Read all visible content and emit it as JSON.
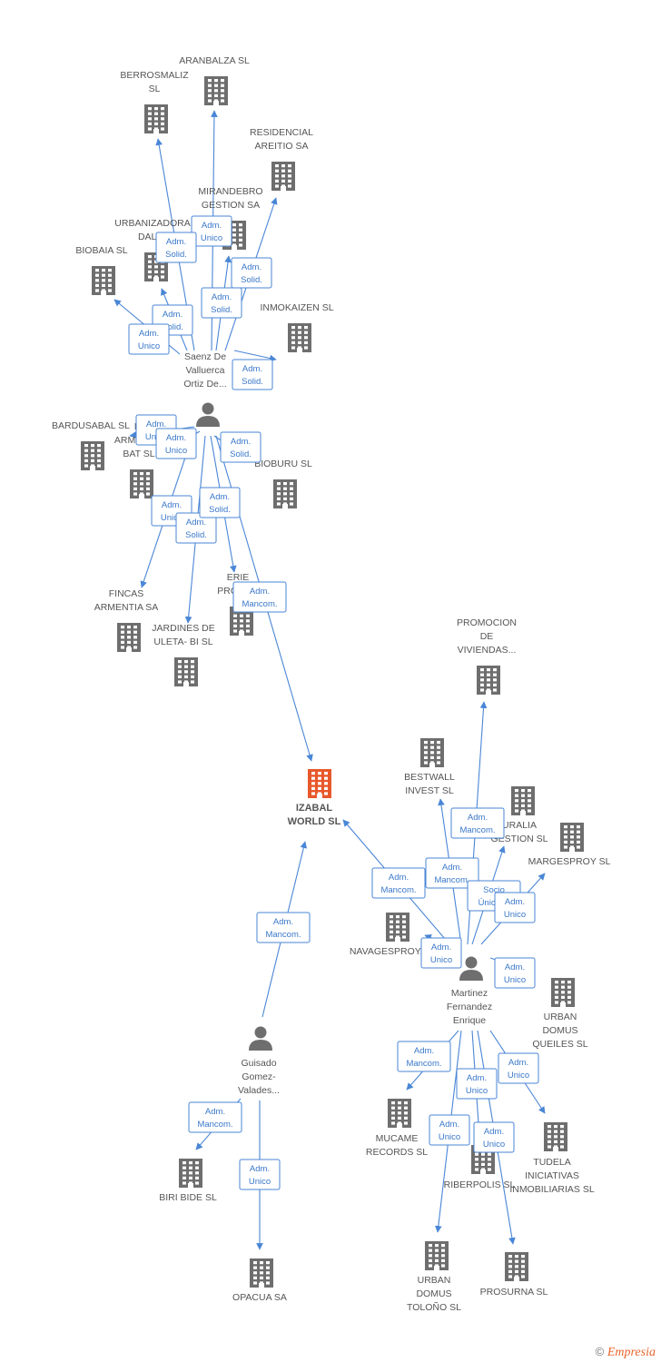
{
  "center": {
    "lines": [
      "IZABAL",
      "WORLD SL"
    ]
  },
  "companies": [
    {
      "id": "aranbalza",
      "lines": [
        "ARANBALZA SL"
      ]
    },
    {
      "id": "berrosmaliz",
      "lines": [
        "BERROSMALIZ",
        "SL"
      ]
    },
    {
      "id": "residencial",
      "lines": [
        "RESIDENCIAL",
        "AREITIO SA"
      ]
    },
    {
      "id": "mirandebro",
      "lines": [
        "MIRANDEBRO",
        "GESTION SA"
      ]
    },
    {
      "id": "urbanizadora",
      "lines": [
        "URBANIZADORA",
        "DALI..."
      ]
    },
    {
      "id": "biobaia",
      "lines": [
        "BIOBAIA SL"
      ]
    },
    {
      "id": "inmokaizen",
      "lines": [
        "INMOKAIZEN SL"
      ]
    },
    {
      "id": "bardusabal",
      "lines": [
        "BARDUSABAL SL"
      ]
    },
    {
      "id": "inarmentia",
      "lines": [
        "IN",
        "ARMENTIA",
        "BAT SL"
      ]
    },
    {
      "id": "bioburu",
      "lines": [
        "BIOBURU SL"
      ]
    },
    {
      "id": "fincas",
      "lines": [
        "FINCAS",
        "ARMENTIA SA"
      ]
    },
    {
      "id": "erie",
      "lines": [
        "ERIE",
        "PROYE..."
      ]
    },
    {
      "id": "jardines",
      "lines": [
        "JARDINES DE",
        "ULETA- BI SL"
      ]
    },
    {
      "id": "promocion",
      "lines": [
        "PROMOCION",
        "DE",
        "VIVIENDAS..."
      ]
    },
    {
      "id": "bestwall",
      "lines": [
        "BESTWALL",
        "INVEST SL"
      ]
    },
    {
      "id": "uralia",
      "lines": [
        "URALIA",
        "GESTION SL"
      ]
    },
    {
      "id": "margesproy",
      "lines": [
        "MARGESPROY SL"
      ]
    },
    {
      "id": "navagesproy",
      "lines": [
        "NAVAGESPROY..."
      ]
    },
    {
      "id": "urbanqueiles",
      "lines": [
        "URBAN",
        "DOMUS",
        "QUEILES SL"
      ]
    },
    {
      "id": "mucame",
      "lines": [
        "MUCAME",
        "RECORDS SL"
      ]
    },
    {
      "id": "tudela",
      "lines": [
        "TUDELA",
        "INICIATIVAS",
        "INMOBILIARIAS SL"
      ]
    },
    {
      "id": "riberpolis",
      "lines": [
        "RIBERPOLIS SL"
      ]
    },
    {
      "id": "urbantolono",
      "lines": [
        "URBAN",
        "DOMUS",
        "TOLOÑO SL"
      ]
    },
    {
      "id": "prosurna",
      "lines": [
        "PROSURNA SL"
      ]
    },
    {
      "id": "biribide",
      "lines": [
        "BIRI BIDE SL"
      ]
    },
    {
      "id": "opacua",
      "lines": [
        "OPACUA SA"
      ]
    }
  ],
  "persons": [
    {
      "id": "saenz",
      "lines": [
        "Saenz De",
        "Valluerca",
        "Ortiz De..."
      ]
    },
    {
      "id": "martinez",
      "lines": [
        "Martinez",
        "Fernandez",
        "Enrique"
      ]
    },
    {
      "id": "guisado",
      "lines": [
        "Guisado",
        "Gomez-",
        "Valades..."
      ]
    }
  ],
  "relations": [
    {
      "from": "saenz",
      "to": "aranbalza",
      "lines": [
        "Adm.",
        "Unico"
      ]
    },
    {
      "from": "saenz",
      "to": "berrosmaliz",
      "lines": [
        "Adm.",
        "Solid."
      ]
    },
    {
      "from": "saenz",
      "to": "residencial",
      "lines": [
        "Adm.",
        "Solid."
      ]
    },
    {
      "from": "saenz",
      "to": "mirandebro",
      "lines": [
        "Adm.",
        "Solid."
      ]
    },
    {
      "from": "saenz",
      "to": "urbanizadora",
      "lines": [
        "Adm.",
        "Solid."
      ]
    },
    {
      "from": "saenz",
      "to": "biobaia",
      "lines": [
        "Adm.",
        "Unico"
      ]
    },
    {
      "from": "saenz",
      "to": "inmokaizen",
      "lines": [
        "Adm.",
        "Solid."
      ]
    },
    {
      "from": "saenz",
      "to": "bardusabal",
      "lines": [
        "Adm.",
        "Unico"
      ]
    },
    {
      "from": "saenz",
      "to": "inarmentia",
      "lines": [
        "Adm.",
        "Unico"
      ]
    },
    {
      "from": "saenz",
      "to": "bioburu",
      "lines": [
        "Adm.",
        "Solid."
      ]
    },
    {
      "from": "saenz",
      "to": "fincas",
      "lines": [
        "Adm.",
        "Unico"
      ]
    },
    {
      "from": "saenz",
      "to": "jardines",
      "lines": [
        "Adm.",
        "Solid."
      ]
    },
    {
      "from": "saenz",
      "to": "erie",
      "lines": [
        "Adm.",
        "Solid."
      ]
    },
    {
      "from": "saenz",
      "to": "center",
      "lines": [
        "Adm.",
        "Mancom."
      ]
    },
    {
      "from": "martinez",
      "to": "center",
      "lines": [
        "Adm.",
        "Mancom."
      ]
    },
    {
      "from": "martinez",
      "to": "promocion",
      "lines": [
        "Adm.",
        "Mancom."
      ]
    },
    {
      "from": "martinez",
      "to": "bestwall",
      "lines": [
        "Adm.",
        "Mancom."
      ]
    },
    {
      "from": "martinez",
      "to": "uralia",
      "lines": [
        "Socio",
        "Único,..."
      ]
    },
    {
      "from": "martinez",
      "to": "margesproy",
      "lines": [
        "Adm.",
        "Unico"
      ]
    },
    {
      "from": "martinez",
      "to": "navagesproy",
      "lines": [
        "Adm.",
        "Unico"
      ]
    },
    {
      "from": "martinez",
      "to": "urbanqueiles",
      "lines": [
        "Adm.",
        "Unico"
      ]
    },
    {
      "from": "martinez",
      "to": "mucame",
      "lines": [
        "Adm.",
        "Mancom."
      ]
    },
    {
      "from": "martinez",
      "to": "tudela",
      "lines": [
        "Adm.",
        "Unico"
      ]
    },
    {
      "from": "martinez",
      "to": "riberpolis",
      "lines": [
        "Adm.",
        "Unico"
      ]
    },
    {
      "from": "martinez",
      "to": "urbantolono",
      "lines": [
        "Adm.",
        "Unico"
      ]
    },
    {
      "from": "martinez",
      "to": "prosurna",
      "lines": [
        "Adm.",
        "Unico"
      ]
    },
    {
      "from": "guisado",
      "to": "center",
      "lines": [
        "Adm.",
        "Mancom."
      ]
    },
    {
      "from": "guisado",
      "to": "biribide",
      "lines": [
        "Adm.",
        "Mancom."
      ]
    },
    {
      "from": "guisado",
      "to": "opacua",
      "lines": [
        "Adm.",
        "Unico"
      ]
    }
  ],
  "footer": {
    "copyright": "©",
    "brand": "Empresia"
  },
  "colors": {
    "edge": "#4a86d6",
    "node": "#6e6e6e",
    "center": "#e8582b"
  }
}
